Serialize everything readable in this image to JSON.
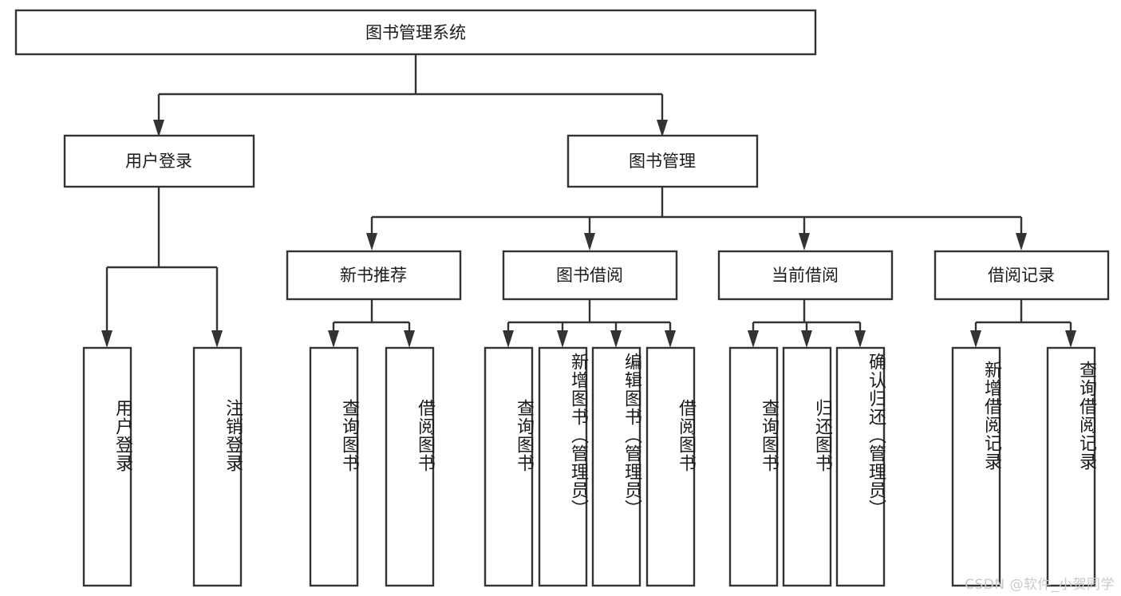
{
  "diagram": {
    "type": "tree",
    "title_node": {
      "id": "root",
      "label": "图书管理系统"
    },
    "level2": [
      {
        "id": "user-login",
        "label": "用户登录"
      },
      {
        "id": "book-manage",
        "label": "图书管理"
      }
    ],
    "level3": [
      {
        "id": "new-book-recommend",
        "label": "新书推荐",
        "parent": "book-manage"
      },
      {
        "id": "book-borrow",
        "label": "图书借阅",
        "parent": "book-manage"
      },
      {
        "id": "current-borrow",
        "label": "当前借阅",
        "parent": "book-manage"
      },
      {
        "id": "borrow-record",
        "label": "借阅记录",
        "parent": "book-manage"
      }
    ],
    "leaves": {
      "user-login": [
        {
          "id": "leaf-user-login",
          "label": "用户登录"
        },
        {
          "id": "leaf-logout-login",
          "label": "注销登录"
        }
      ],
      "new-book-recommend": [
        {
          "id": "leaf-query-book-1",
          "label": "查询图书"
        },
        {
          "id": "leaf-borrow-book-1",
          "label": "借阅图书"
        }
      ],
      "book-borrow": [
        {
          "id": "leaf-query-book-2",
          "label": "查询图书"
        },
        {
          "id": "leaf-add-book",
          "label": "新增图书（管理员）"
        },
        {
          "id": "leaf-edit-book",
          "label": "编辑图书（管理员）"
        },
        {
          "id": "leaf-borrow-book-2",
          "label": "借阅图书"
        }
      ],
      "current-borrow": [
        {
          "id": "leaf-query-book-3",
          "label": "查询图书"
        },
        {
          "id": "leaf-return-book",
          "label": "归还图书"
        },
        {
          "id": "leaf-confirm-return",
          "label": "确认归还（管理员）"
        }
      ],
      "borrow-record": [
        {
          "id": "leaf-add-record",
          "label": "新增借阅记录"
        },
        {
          "id": "leaf-query-record",
          "label": "查询借阅记录"
        }
      ]
    }
  },
  "watermark": {
    "text": "CSDN @软件_小贺同学"
  },
  "colors": {
    "stroke": "#333333",
    "node_fill": "#ffffff",
    "text": "#1a1a1a",
    "watermark": "#c9c9c9",
    "background": "#ffffff"
  }
}
